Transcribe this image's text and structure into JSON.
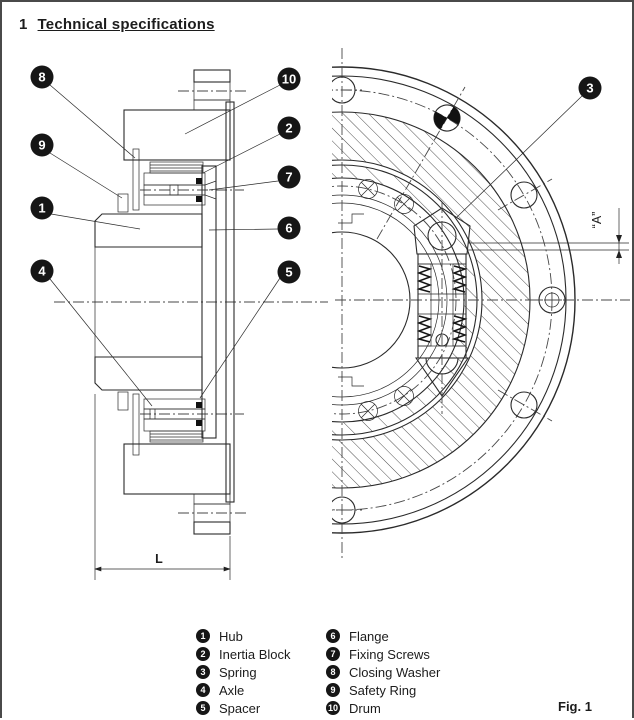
{
  "page": {
    "title_number": "1",
    "title": "Technical specifications",
    "figure_label": "Fig. 1"
  },
  "drawing": {
    "dimensions": {
      "length_label": "L",
      "gap_label": "“A”"
    },
    "callouts": [
      {
        "number": "1"
      },
      {
        "number": "2"
      },
      {
        "number": "3"
      },
      {
        "number": "4"
      },
      {
        "number": "5"
      },
      {
        "number": "6"
      },
      {
        "number": "7"
      },
      {
        "number": "8"
      },
      {
        "number": "9"
      },
      {
        "number": "10"
      }
    ],
    "colors": {
      "ink": "#2a2a2a",
      "callout_fill": "#161616",
      "callout_text": "#ffffff",
      "background": "#ffffff",
      "border": "#4a4a4a"
    }
  },
  "legend": {
    "items": [
      {
        "number": "1",
        "label": "Hub"
      },
      {
        "number": "2",
        "label": "Inertia Block"
      },
      {
        "number": "3",
        "label": "Spring"
      },
      {
        "number": "4",
        "label": "Axle"
      },
      {
        "number": "5",
        "label": "Spacer"
      },
      {
        "number": "6",
        "label": "Flange"
      },
      {
        "number": "7",
        "label": "Fixing Screws"
      },
      {
        "number": "8",
        "label": "Closing Washer"
      },
      {
        "number": "9",
        "label": "Safety Ring"
      },
      {
        "number": "10",
        "label": "Drum"
      }
    ]
  }
}
